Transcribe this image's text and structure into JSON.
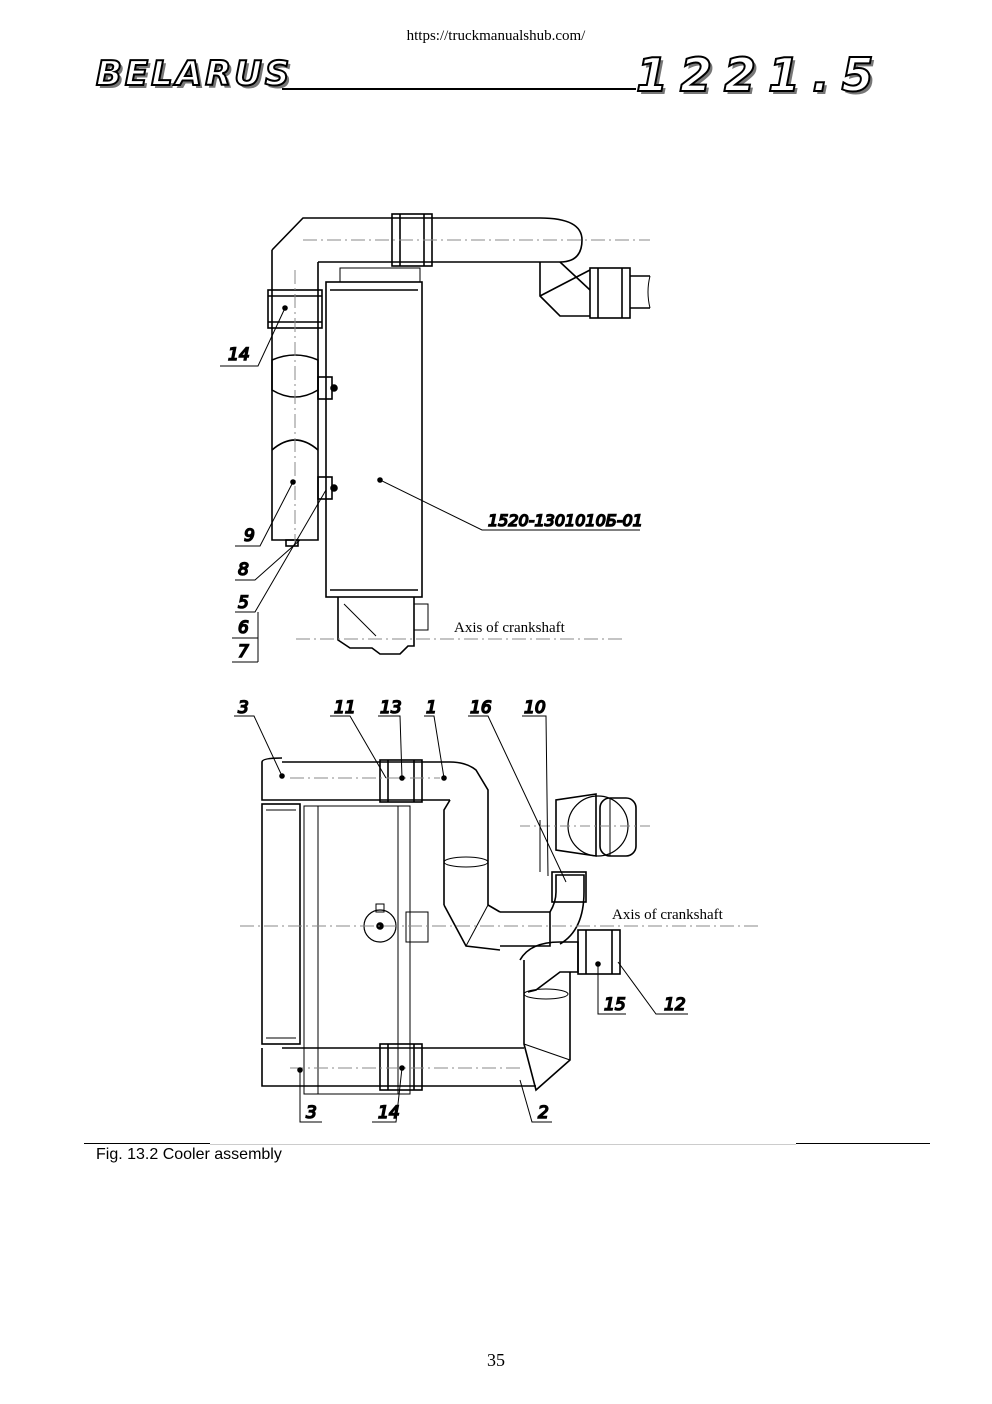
{
  "header": {
    "url": "https://truckmanualshub.com/",
    "brand": "BELARUS",
    "model": "1221.5"
  },
  "figure": {
    "top_view": {
      "part_number": "1520-1301010Б-01",
      "axis_label": "Axis of crankshaft",
      "callouts": [
        "14",
        "9",
        "8",
        "5",
        "6",
        "7"
      ]
    },
    "side_view": {
      "axis_label": "Axis of crankshaft",
      "callouts_top": [
        "3",
        "11",
        "13",
        "1",
        "16",
        "10"
      ],
      "callouts_right": [
        "15",
        "12"
      ],
      "callouts_bottom": [
        "3",
        "14",
        "2"
      ]
    },
    "caption": "Fig. 13.2 Cooler assembly"
  },
  "page_number": "35"
}
